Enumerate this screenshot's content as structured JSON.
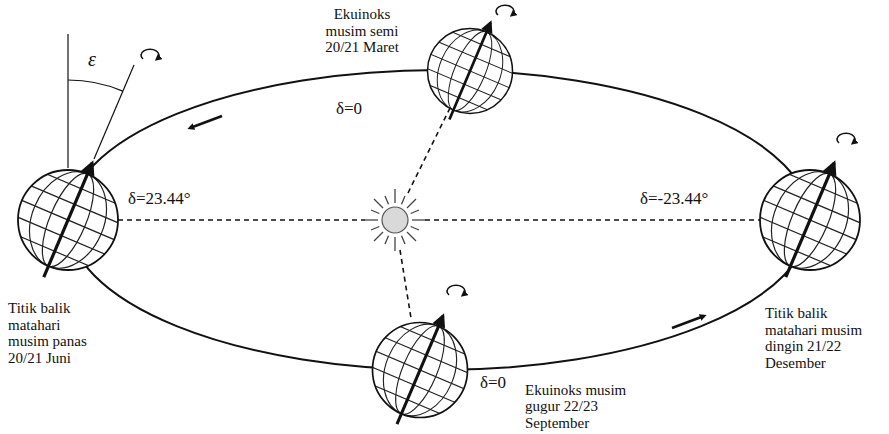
{
  "diagram": {
    "labels": [
      "Ekuinoks musim semi 20/21 Maret",
      "δ=0",
      "ε",
      "δ=23.44°",
      "δ=-23.44°",
      "Titik balik matahari musim panas 20/21 Juni",
      "δ=0",
      "Ekuinoks musim gugur 22/23 September",
      "Titik balik matahari musim dingin 21/22 Desember"
    ]
  }
}
